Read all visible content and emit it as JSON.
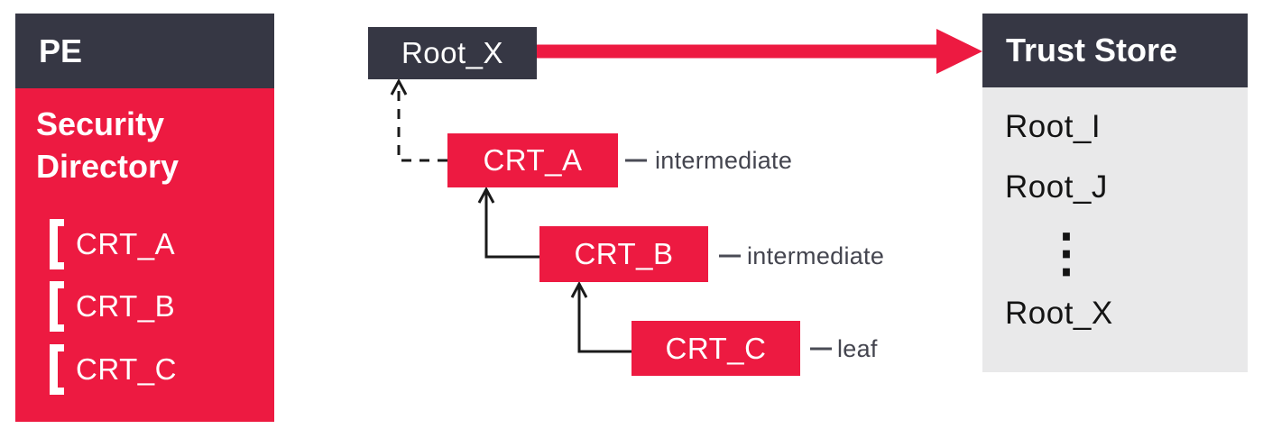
{
  "left_panel": {
    "title": "PE",
    "subtitle": "Security Directory",
    "items": [
      "CRT_A",
      "CRT_B",
      "CRT_C"
    ]
  },
  "chain": {
    "root_label": "Root_X",
    "nodes": [
      {
        "label": "CRT_A",
        "role": "intermediate"
      },
      {
        "label": "CRT_B",
        "role": "intermediate"
      },
      {
        "label": "CRT_C",
        "role": "leaf"
      }
    ]
  },
  "trust_store": {
    "title": "Trust Store",
    "items": [
      "Root_I",
      "Root_J",
      "⋮",
      "Root_X"
    ]
  },
  "colors": {
    "accent_red": "#ED1A41",
    "dark_navy": "#363744",
    "panel_gray": "#E9E9EA",
    "line_black": "#1A1A1A",
    "role_text_gray": "#44454F"
  }
}
